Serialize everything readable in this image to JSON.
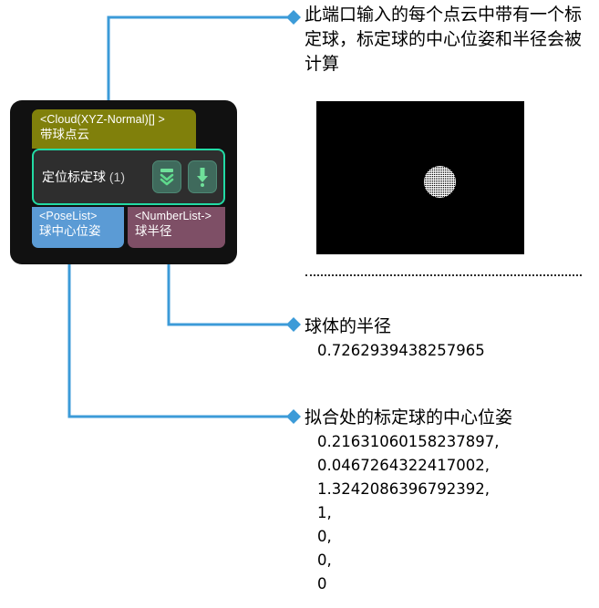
{
  "node": {
    "input_port": {
      "type_label": "<Cloud(XYZ-Normal)[] >",
      "name_label": "带球点云",
      "type_color": "#80800b"
    },
    "title": "定位标定球",
    "instance_count": "(1)",
    "accent_color": "#22dba4",
    "body_color": "#2e2e2e",
    "frame_color": "#111111",
    "icons": [
      {
        "name": "collapse-double-chevron-icon",
        "glyph": "double-chevron-down"
      },
      {
        "name": "download-arrow-icon",
        "glyph": "arrow-down-dot"
      }
    ],
    "outputs": [
      {
        "type_label": "<PoseList>",
        "name_label": "球中心位姿",
        "color": "#5b9bd5"
      },
      {
        "type_label": "<NumberList->",
        "name_label": "球半径",
        "color": "#7e4f66"
      }
    ]
  },
  "connectors": {
    "color": "#3c9bd8",
    "marker": "diamond"
  },
  "notes": {
    "input_description": {
      "heading": "此端口输入的每个点云中带有一个标定球，标定球的中心位姿和半径会被计算"
    },
    "preview": {
      "name": "point-cloud-preview",
      "background": "#000000",
      "content": "calibration sphere point cloud"
    },
    "radius_output": {
      "heading": "球体的半径",
      "value": "0.7262939438257965"
    },
    "pose_output": {
      "heading": "拟合处的标定球的中心位姿",
      "value": "0.21631060158237897,\n0.0467264322417002,\n1.3242086396792392,\n1,\n0,\n0,\n0"
    }
  }
}
